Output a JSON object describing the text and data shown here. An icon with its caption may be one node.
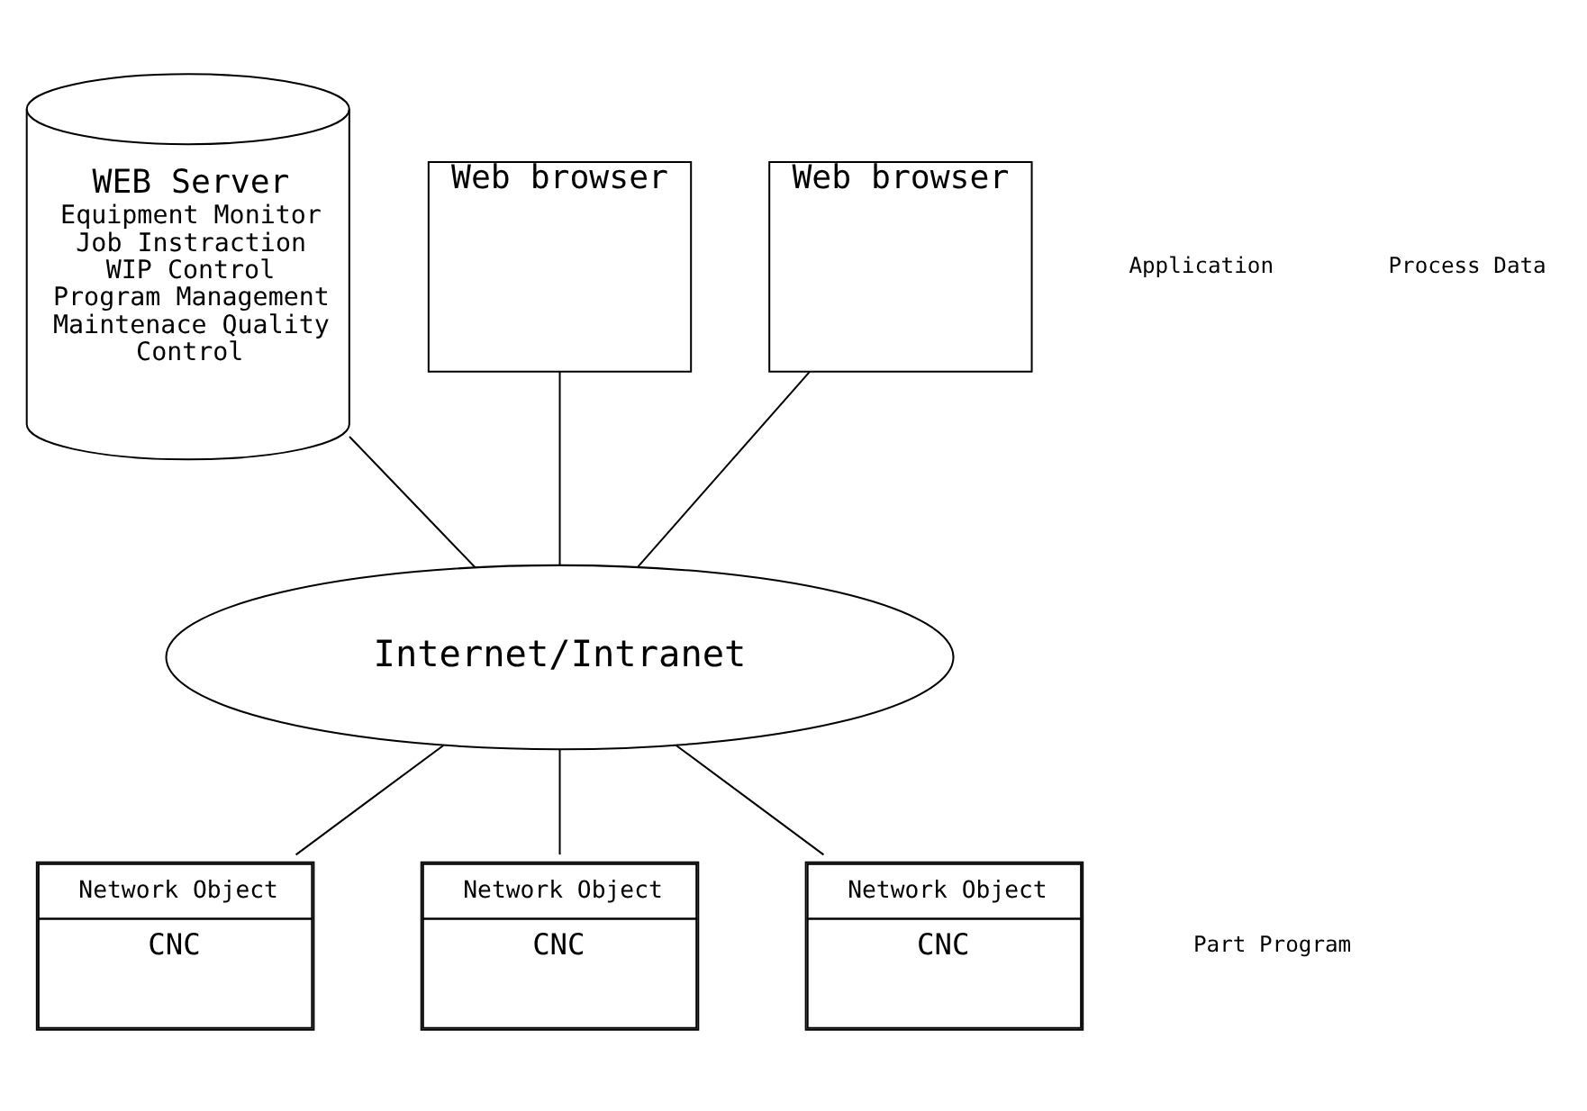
{
  "diagram": {
    "nodes": [
      {
        "text": [
          "WEB Server",
          "Equipment Monitor Job Instraction WIP Control Program Management Maintenace Quality Control"
        ]
      },
      {
        "text": [
          "Web browser"
        ]
      },
      {
        "text": [
          "Web browser"
        ]
      },
      {
        "text": [
          "Internet/Intranet"
        ]
      },
      {
        "text": [
          "Network Object",
          "CNC"
        ]
      },
      {
        "text": [
          "Network Object",
          "CNC"
        ]
      },
      {
        "text": [
          "Network Object",
          "CNC"
        ]
      }
    ],
    "edges": [
      {
        "from": 0,
        "to": 3,
        "arrow": "none"
      },
      {
        "from": 1,
        "to": 3,
        "arrow": "none"
      },
      {
        "from": 2,
        "to": 3,
        "arrow": "none"
      },
      {
        "from": 3,
        "to": 4,
        "arrow": "none"
      },
      {
        "from": 3,
        "to": 5,
        "arrow": "none"
      },
      {
        "from": 3,
        "to": 6,
        "arrow": "none"
      }
    ],
    "labels": [
      "Application",
      "Process Data",
      "Part Program"
    ]
  }
}
